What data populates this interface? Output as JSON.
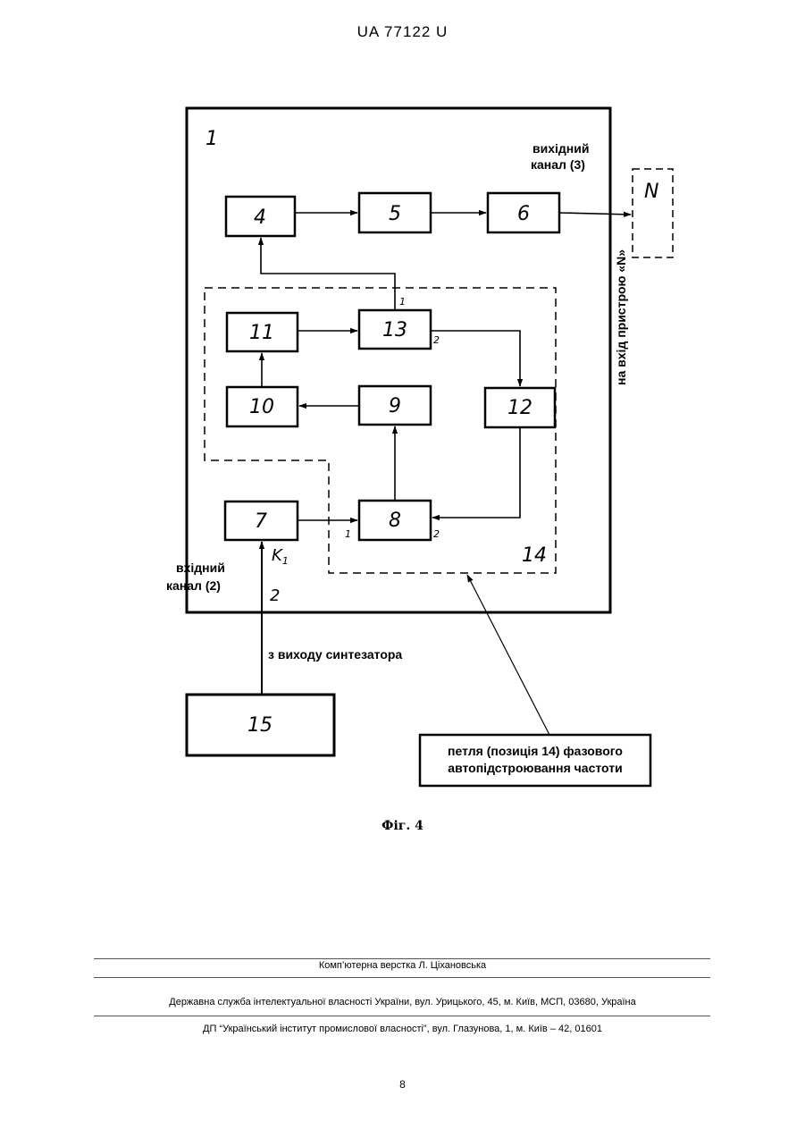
{
  "header": {
    "patent_id": "UA   77122   U"
  },
  "diagram": {
    "device_number": "1",
    "blocks": {
      "b4": "4",
      "b5": "5",
      "b6": "6",
      "b7": "7",
      "b8": "8",
      "b9": "9",
      "b10": "10",
      "b11": "11",
      "b12": "12",
      "b13": "13",
      "b15": "15"
    },
    "external_device": "N",
    "loop_number": "14",
    "ports": {
      "b13_out1": "1",
      "b13_out2": "2",
      "b8_in1": "1",
      "b8_in2": "2"
    },
    "labels": {
      "output_channel_line1": "вихідний",
      "output_channel_line2": "канал (3)",
      "input_channel_line1": "вхідний",
      "input_channel_line2": "канал (2)",
      "to_device_input": "на вхід пристрою «N»",
      "key": "K",
      "key_sub": "1",
      "input_num": "2",
      "from_synth": "з виходу синтезатора",
      "loop_line1": "петля (позиція 14) фазового",
      "loop_line2": "автопідстроювання частоти"
    }
  },
  "caption": "Фіг. 4",
  "footer": {
    "layout_credit": "Комп’ютерна верстка Л. Ціхановська",
    "agency": "Державна служба інтелектуальної власності України, вул. Урицького, 45, м. Київ, МСП, 03680, Україна",
    "institute": "ДП “Український інститут промислової власності”, вул. Глазунова, 1, м. Київ – 42, 01601"
  },
  "page_number": "8"
}
